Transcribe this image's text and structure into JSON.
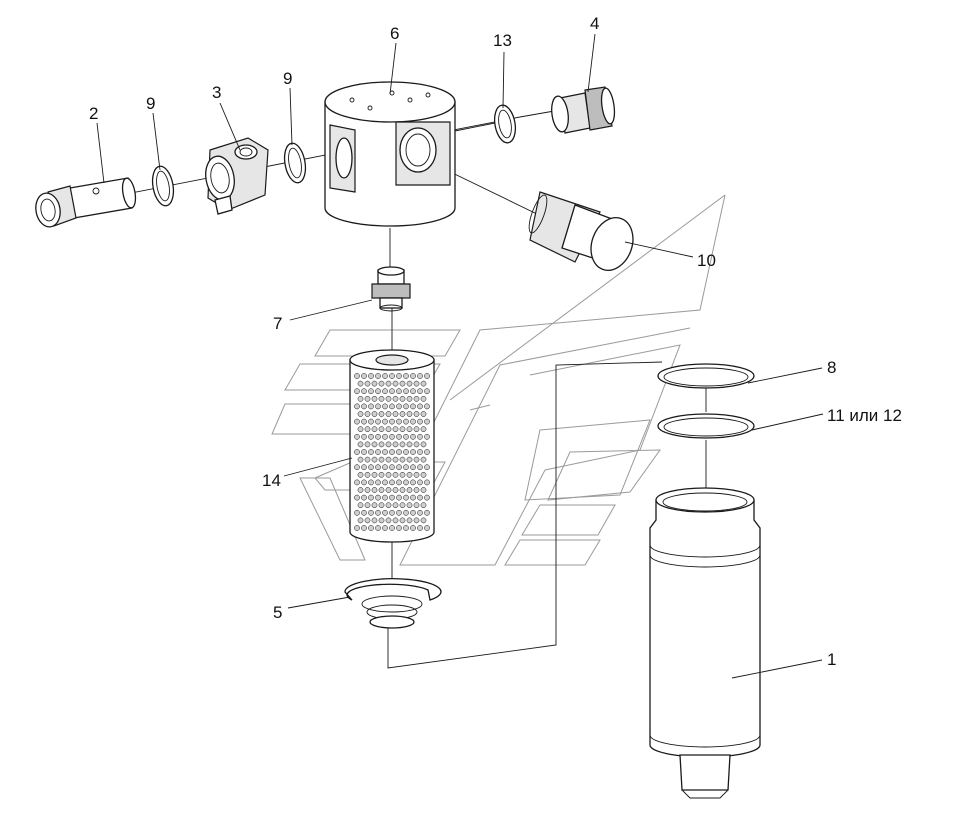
{
  "labels": {
    "p1": "1",
    "p2": "2",
    "p3": "3",
    "p4": "4",
    "p5": "5",
    "p6": "6",
    "p7": "7",
    "p8": "8",
    "p9a": "9",
    "p9b": "9",
    "p10": "10",
    "p11_12": "11 или 12",
    "p13": "13",
    "p14": "14"
  },
  "colors": {
    "line": "#1a1a1a",
    "watermark": "#9a9a9a",
    "shade": "#e6e6e6"
  }
}
